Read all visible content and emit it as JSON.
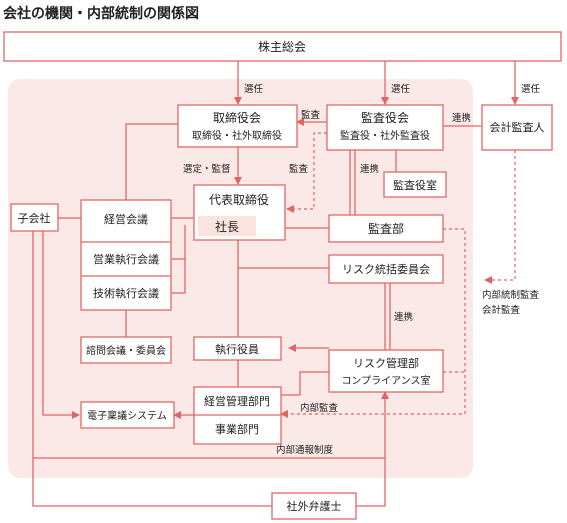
{
  "title": "会社の機関・内部統制の関係図",
  "nodes": {
    "shareholders": "株主総会",
    "board": {
      "line1": "取締役会",
      "line2": "取締役・社外取締役"
    },
    "audit_board": {
      "line1": "監査役会",
      "line2": "監査役・社外監査役"
    },
    "accounting_auditor": "会計監査人",
    "subsidiary": "子会社",
    "management_meeting": "経営会議",
    "sales_exec_meeting": "営業執行会議",
    "tech_exec_meeting": "技術執行会議",
    "advisory_committees": "諮問会議・委員会",
    "representative": "代表取締役",
    "president": "社長",
    "audit_office": "監査役室",
    "audit_dept": "監査部",
    "risk_committee": "リスク統括委員会",
    "officers": "執行役員",
    "risk_mgmt": {
      "line1": "リスク管理部",
      "line2": "コンプライアンス室"
    },
    "corp_planning": "経営管理部門",
    "business": "事業部門",
    "e_approval": "電子稟議システム",
    "lawyer": "社外弁護士"
  },
  "labels": {
    "elect1": "選任",
    "elect2": "選任",
    "elect3": "選任",
    "audit1": "監査",
    "audit2": "監査",
    "cooperation1": "連携",
    "cooperation2": "連携",
    "cooperation3": "連携",
    "appoint_supervise": "選定・監督",
    "internal_audit_right": "内部統制監査",
    "accounting_audit": "会計監査",
    "internal_audit": "内部監査",
    "whistleblowing": "内部通報制度"
  }
}
